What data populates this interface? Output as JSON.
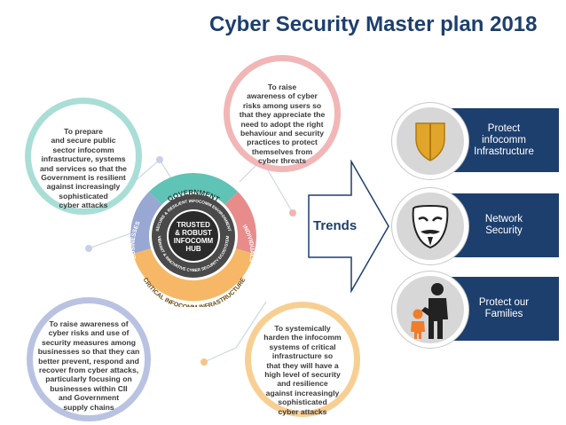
{
  "title": "Cyber Security Master plan 2018",
  "bubbles": {
    "top_right": "To raise\nawareness of cyber\nrisks among users so\nthat they appreciate the\nneed to adopt the right\nbehaviour and security\npractices to protect\nthemselves from\ncyber threats",
    "top_left": "To prepare\nand secure public\nsector infocomm\ninfrastructure, systems\nand services so that the\nGovernment is resilient\nagainst increasingly\nsophisticated\ncyber attacks",
    "bottom_left": "To raise awareness of\ncyber risks and use of\nsecurity measures among\nbusinesses so that they can\nbetter prevent, respond and\nrecover from cyber attacks,\nparticularly focusing on\nbusinesses within CII\nand Government\nsupply chains",
    "bottom_right": "To systemically\nharden the infocomm\nsystems of critical\ninfrastructure so\nthat they will have a\nhigh level of security\nand resilience\nagainst increasingly\nsophisticated\ncyber attacks"
  },
  "wheel": {
    "center": "TRUSTED\n& ROBUST\nINFOCOMM\nHUB",
    "inner_top": "SECURE & RESILIENT INFOCOMM ENVIRONMENT",
    "inner_bottom": "VIBRANT & INNOVATIVE CYBER SECURITY ECOSYSTEM",
    "seg_government": "GOVERNMENT",
    "seg_individuals": "INDIVIDUALS",
    "seg_businesses": "BUSINESSES",
    "seg_critical": "CRITICAL INFOCOMM INFRASTRUCTURE"
  },
  "trends_label": "Trends",
  "panels": [
    {
      "label": "Protect\ninfocomm\nInfrastructure",
      "icon": "shield-icon"
    },
    {
      "label": "Network\nSecurity",
      "icon": "mask-icon"
    },
    {
      "label": "Protect our\nFamilies",
      "icon": "family-icon"
    }
  ],
  "colors": {
    "navy": "#1d3f6e",
    "government": "#5fc3b5",
    "individuals": "#e88b8b",
    "businesses": "#98a8d3",
    "critical": "#f6b867",
    "hub": "#2b2b2b",
    "shield": "#e0a52a"
  }
}
